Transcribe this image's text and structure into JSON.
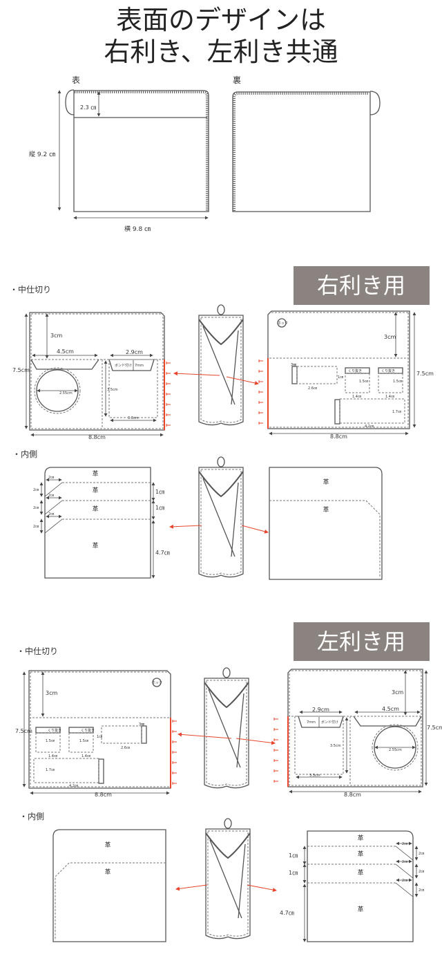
{
  "title": {
    "line1": "表面のデザインは",
    "line2": "右利き、左利き共通"
  },
  "overview": {
    "front_label": "表",
    "back_label": "裏",
    "height": "縦 9.2 ㎝",
    "width": "横 9.8 ㎝",
    "flap": "2.3 ㎝"
  },
  "right_hand": {
    "banner": "右利き用",
    "divider_heading": "・中仕切り",
    "inner_heading": "・内側"
  },
  "left_hand": {
    "banner": "左利き用",
    "divider_heading": "・中仕切り",
    "inner_heading": "・内側"
  },
  "panel_a": {
    "top": "3cm",
    "slot_width": "4.5cm",
    "pocket_width": "2.9cm",
    "bond": "ボンド付け",
    "bond_depth": "7mm",
    "circle": "2.55cm",
    "pocket_height": "3.5cm",
    "pocket_bottom": "3.3cm",
    "height": "7.5cm",
    "width": "8.8cm"
  },
  "panel_b": {
    "snap": "ホック",
    "top": "3cm",
    "slit": "3㎜",
    "cutout": "くり抜き",
    "p1_height": "1㎝",
    "p1_width": "2.6㎝",
    "p2_height": "1.5㎝",
    "p2_width": "1.4㎝",
    "p3_height": "1.5㎝",
    "p3_width": "1.4㎝",
    "p4_height": "1.7㎝",
    "p4_width": "4.2㎝",
    "height": "7.5cm",
    "width": "8.8cm"
  },
  "inner": {
    "leather": "革",
    "step": "2㎝",
    "gap": "1㎝",
    "bottom": "4.7㎝"
  },
  "colors": {
    "banner": "#8a837f",
    "arrow": "#e8452c"
  }
}
